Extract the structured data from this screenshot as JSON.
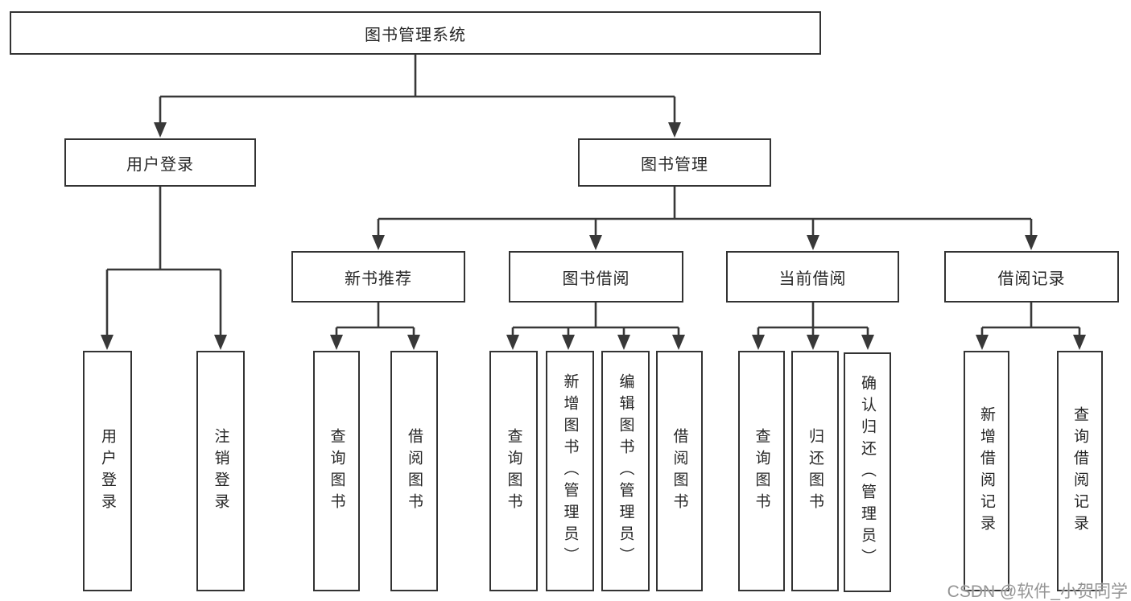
{
  "root": {
    "label": "图书管理系统"
  },
  "level2": {
    "user_login": "用户登录",
    "book_mgmt": "图书管理"
  },
  "level3": {
    "new_books": "新书推荐",
    "borrowing": "图书借阅",
    "current": "当前借阅",
    "records": "借阅记录"
  },
  "leaves": {
    "user_login": [
      "用户登录",
      "注销登录"
    ],
    "new_books": [
      "查询图书",
      "借阅图书"
    ],
    "borrowing": [
      "查询图书",
      "新增图书（管理员）",
      "编辑图书（管理员）",
      "借阅图书"
    ],
    "current": [
      "查询图书",
      "归还图书",
      "确认归还（管理员）"
    ],
    "records": [
      "新增借阅记录",
      "查询借阅记录"
    ]
  },
  "watermark": {
    "text": "CSDN @软件_小贺同学"
  },
  "colors": {
    "line": "#383838",
    "box_border": "#333333",
    "box_fill": "#ffffff",
    "text": "#262626",
    "watermark": "#949494",
    "background": "#ffffff"
  }
}
